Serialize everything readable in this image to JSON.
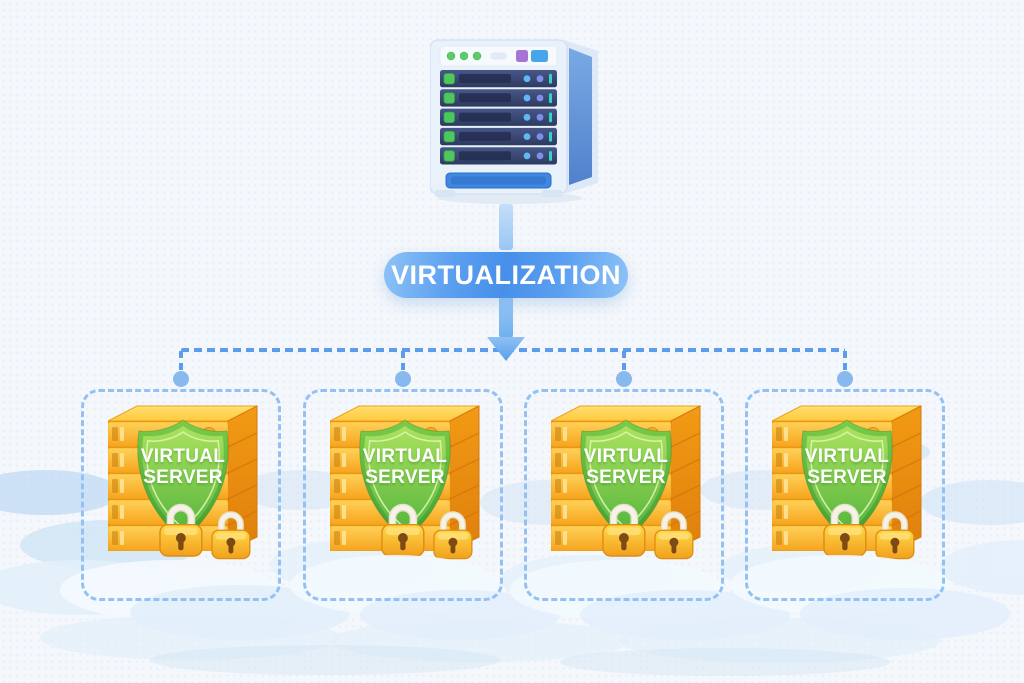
{
  "illustration": {
    "badge": {
      "label": "VIRTUALIZATION",
      "bg_color": "#4f97ec",
      "text_color": "#ffffff"
    },
    "physical_server": {
      "icon": "rack-server-illustration",
      "slot_count": 5,
      "frame_color": "#e9f1fb",
      "slot_color": "#333f66",
      "side_color": "#5d8dd4",
      "vent_color": "#3f88e0"
    },
    "flow": {
      "direction": "down",
      "connector_style": "dashed",
      "connector_color": "#5d9bec",
      "branch_count": 4
    },
    "virtual_servers": [
      {
        "label_line1": "VIRTUAL",
        "label_line2": "SERVER",
        "lock_count": 2,
        "shield_color": "#6cc043",
        "box_color": "#f7a81f"
      },
      {
        "label_line1": "VIRTUAL",
        "label_line2": "SERVER",
        "lock_count": 2,
        "shield_color": "#6cc043",
        "box_color": "#f7a81f"
      },
      {
        "label_line1": "VIRTUAL",
        "label_line2": "SERVER",
        "lock_count": 2,
        "shield_color": "#6cc043",
        "box_color": "#f7a81f"
      },
      {
        "label_line1": "VIRTUAL",
        "label_line2": "SERVER",
        "lock_count": 2,
        "shield_color": "#6cc043",
        "box_color": "#f7a81f"
      }
    ]
  }
}
